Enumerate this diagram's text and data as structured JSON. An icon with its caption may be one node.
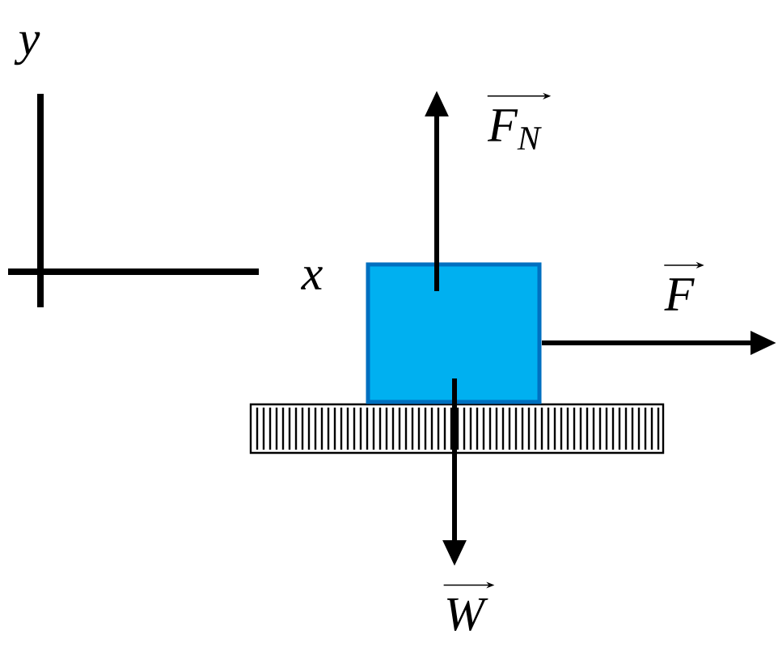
{
  "diagram": {
    "nodes": [
      {
        "text": [],
        "shape": "box"
      }
    ],
    "labels": [
      "y",
      "x",
      "F$_{N}$",
      "F",
      "W"
    ]
  }
}
